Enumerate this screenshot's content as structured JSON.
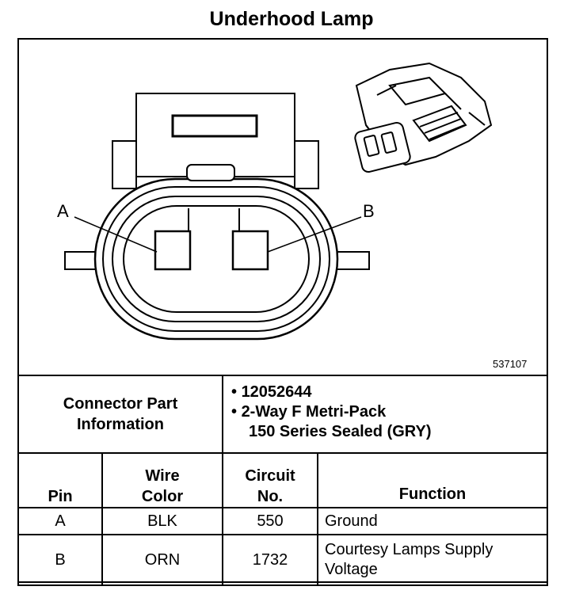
{
  "title": "Underhood Lamp",
  "figure_number": "537107",
  "pin_labels": {
    "a": "A",
    "b": "B"
  },
  "connector": {
    "label": "Connector Part Information",
    "label_line1": "Connector Part",
    "label_line2": "Information",
    "part_number": "12052644",
    "description_line1": "2-Way F Metri-Pack",
    "description_line2": "150 Series Sealed (GRY)"
  },
  "table": {
    "headers": {
      "pin": "Pin",
      "wire_color_1": "Wire",
      "wire_color_2": "Color",
      "circuit_1": "Circuit",
      "circuit_2": "No.",
      "function": "Function"
    },
    "rows": [
      {
        "pin": "A",
        "wire_color": "BLK",
        "circuit": "550",
        "function_1": "Ground",
        "function_2": ""
      },
      {
        "pin": "B",
        "wire_color": "ORN",
        "circuit": "1732",
        "function_1": "Courtesy Lamps Supply",
        "function_2": "Voltage"
      }
    ]
  }
}
